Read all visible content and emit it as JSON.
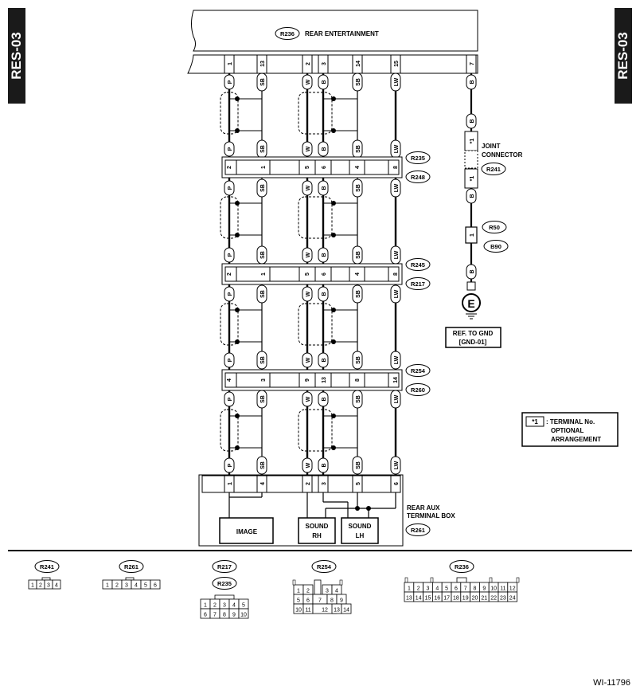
{
  "side_tag_left": "RES-03",
  "side_tag_right": "RES-03",
  "doc_id": "WI-11796",
  "top_unit": {
    "code": "R236",
    "label": "REAR ENTERTAINMENT",
    "pins": [
      "1",
      "13",
      "2",
      "3",
      "14",
      "15",
      "7"
    ]
  },
  "wire_colors": [
    "P",
    "SB",
    "W",
    "B",
    "SB",
    "LW"
  ],
  "connectors": [
    {
      "codes": [
        "R235",
        "R248"
      ],
      "pins": [
        "2",
        "1",
        "5",
        "6",
        "4",
        "8"
      ]
    },
    {
      "codes": [
        "R245",
        "R217"
      ],
      "pins": [
        "2",
        "1",
        "5",
        "6",
        "4",
        "8"
      ]
    },
    {
      "codes": [
        "R254",
        "R260"
      ],
      "pins": [
        "4",
        "3",
        "9",
        "13",
        "8",
        "14"
      ]
    }
  ],
  "bottom_unit": {
    "label_line1": "REAR AUX",
    "label_line2": "TERMINAL BOX",
    "code": "R261",
    "pins": [
      "1",
      "4",
      "2",
      "3",
      "5",
      "6"
    ]
  },
  "boxes": {
    "image": "IMAGE",
    "sound_rh": [
      "SOUND",
      "RH"
    ],
    "sound_lh": [
      "SOUND",
      "LH"
    ]
  },
  "ground_branch": {
    "wire": "B",
    "joint_label": [
      "JOINT",
      "CONNECTOR"
    ],
    "joint_code": "R241",
    "joint_pin": "*1",
    "conn_codes": [
      "R50",
      "B90"
    ],
    "conn_pin": "1",
    "ground_symbol": "E",
    "ref": [
      "REF. TO GND",
      "[GND-01]"
    ]
  },
  "legend": {
    "mark": "*1",
    "text": [
      ": TERMINAL No.",
      "OPTIONAL",
      "ARRANGEMENT"
    ]
  },
  "connector_views": [
    {
      "codes": [
        "R241"
      ],
      "rows": [
        [
          "1",
          "2",
          "3",
          "4"
        ]
      ]
    },
    {
      "codes": [
        "R261"
      ],
      "rows": [
        [
          "1",
          "2",
          "3",
          "4",
          "5",
          "6"
        ]
      ]
    },
    {
      "codes": [
        "R217",
        "R235"
      ],
      "rows": [
        [
          "1",
          "2",
          "3",
          "4",
          "5"
        ],
        [
          "6",
          "7",
          "8",
          "9",
          "10"
        ]
      ]
    },
    {
      "codes": [
        "R254"
      ],
      "rows": [
        [
          "1",
          "2",
          "",
          "3",
          "4"
        ],
        [
          "5",
          "6",
          "7",
          "8",
          "9"
        ],
        [
          "10",
          "11",
          "12",
          "13",
          "14"
        ]
      ]
    },
    {
      "codes": [
        "R236"
      ],
      "rows": [
        [
          "1",
          "2",
          "3",
          "4",
          "5",
          "6",
          "7",
          "8",
          "9",
          "10",
          "11",
          "12"
        ],
        [
          "13",
          "14",
          "15",
          "16",
          "17",
          "18",
          "19",
          "20",
          "21",
          "22",
          "23",
          "24"
        ]
      ]
    }
  ]
}
